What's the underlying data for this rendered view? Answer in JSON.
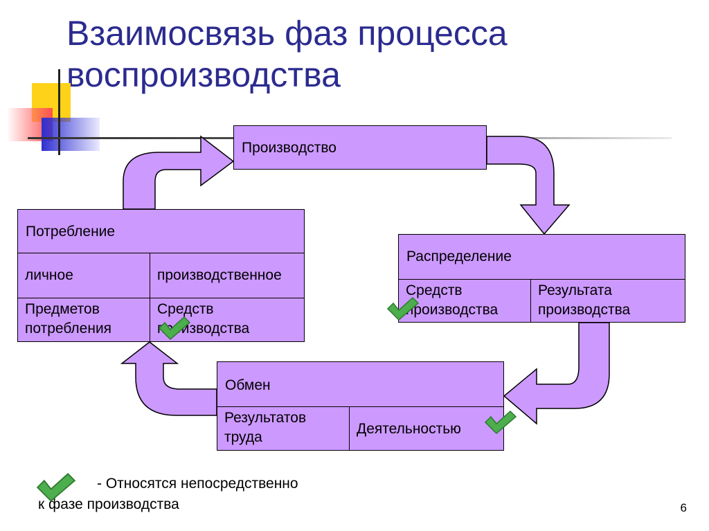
{
  "slide": {
    "title": "Взаимосвязь фаз процесса воспроизводства",
    "page_number": "6"
  },
  "diagram": {
    "production": {
      "header": "Производство"
    },
    "consumption": {
      "header": "Потребление",
      "col1_label": "личное",
      "col2_label": "производственное",
      "col1_value": "Предметов потребления",
      "col2_value": "Средств производства"
    },
    "distribution": {
      "header": "Распределение",
      "col1_value": "Средств производства",
      "col2_value": "Результата производства"
    },
    "exchange": {
      "header": "Обмен",
      "col1_value": "Результатов труда",
      "col2_value": "Деятельностью"
    },
    "arrow_fill": "#cc99ff",
    "check_color": "#4cae4c"
  },
  "legend": {
    "text_line1": "- Относятся непосредственно",
    "text_line2": "к фазе производства"
  }
}
